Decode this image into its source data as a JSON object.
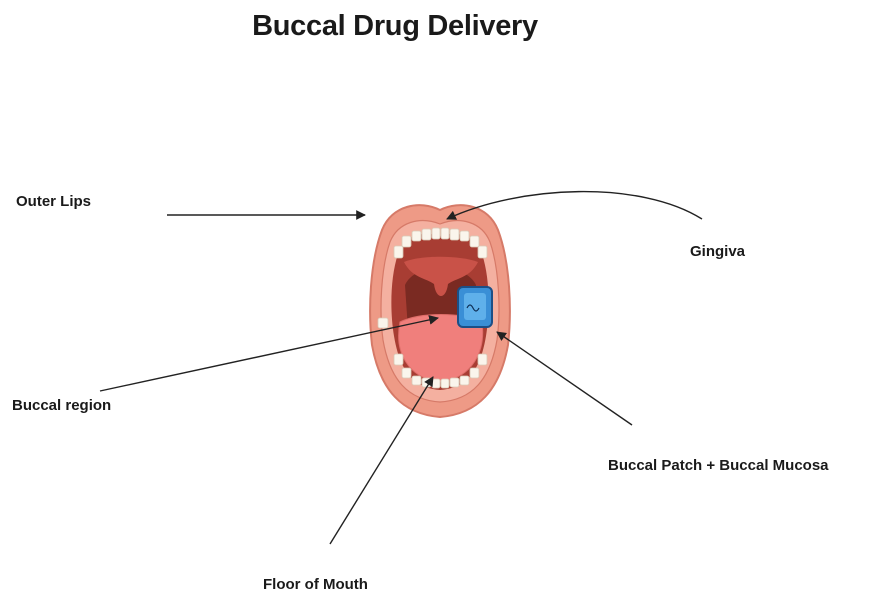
{
  "title": "Buccal Drug Delivery",
  "labels": {
    "outer_lips": "Outer Lips",
    "gingiva": "Gingiva",
    "buccal_region": "Buccal region",
    "buccal_patch": "Buccal Patch + Buccal Mucosa",
    "floor_of_mouth": "Floor of Mouth"
  },
  "colors": {
    "lips": "#ee9a86",
    "lips_outline": "#d67a68",
    "cavity": "#7a2a22",
    "tongue": "#f07f7c",
    "teeth": "#faf5ec",
    "patch": "#3a8fd6",
    "arrow": "#222222"
  }
}
